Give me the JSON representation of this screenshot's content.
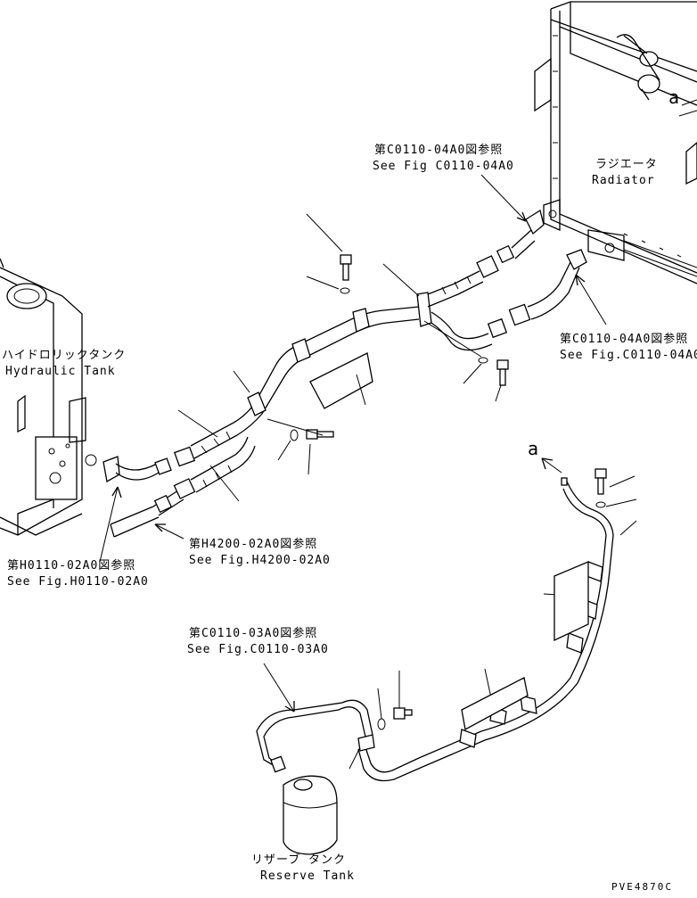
{
  "labels": {
    "radiator_ja": "ラジエータ",
    "radiator_en": "Radiator",
    "hydraulic_tank_ja": "ハイドロリックタンク",
    "hydraulic_tank_en": "Hydraulic Tank",
    "reserve_tank_ja": "リザーブ タンク",
    "reserve_tank_en": "Reserve Tank",
    "marker_a_top": "a",
    "marker_a_mid": "a"
  },
  "references": {
    "c0110_04a0_top_ja": "第C0110-04A0図参照",
    "c0110_04a0_top_en": "See Fig C0110-04A0",
    "c0110_04a0_right_ja": "第C0110-04A0図参照",
    "c0110_04a0_right_en": "See Fig.C0110-04A0",
    "h0110_02a0_ja": "第H0110-02A0図参照",
    "h0110_02a0_en": "See Fig.H0110-02A0",
    "h4200_02a0_ja": "第H4200-02A0図参照",
    "h4200_02a0_en": "See Fig.H4200-02A0",
    "c0110_03a0_ja": "第C0110-03A0図参照",
    "c0110_03a0_en": "See Fig.C0110-03A0"
  },
  "drawing_code": "PVE4870C"
}
